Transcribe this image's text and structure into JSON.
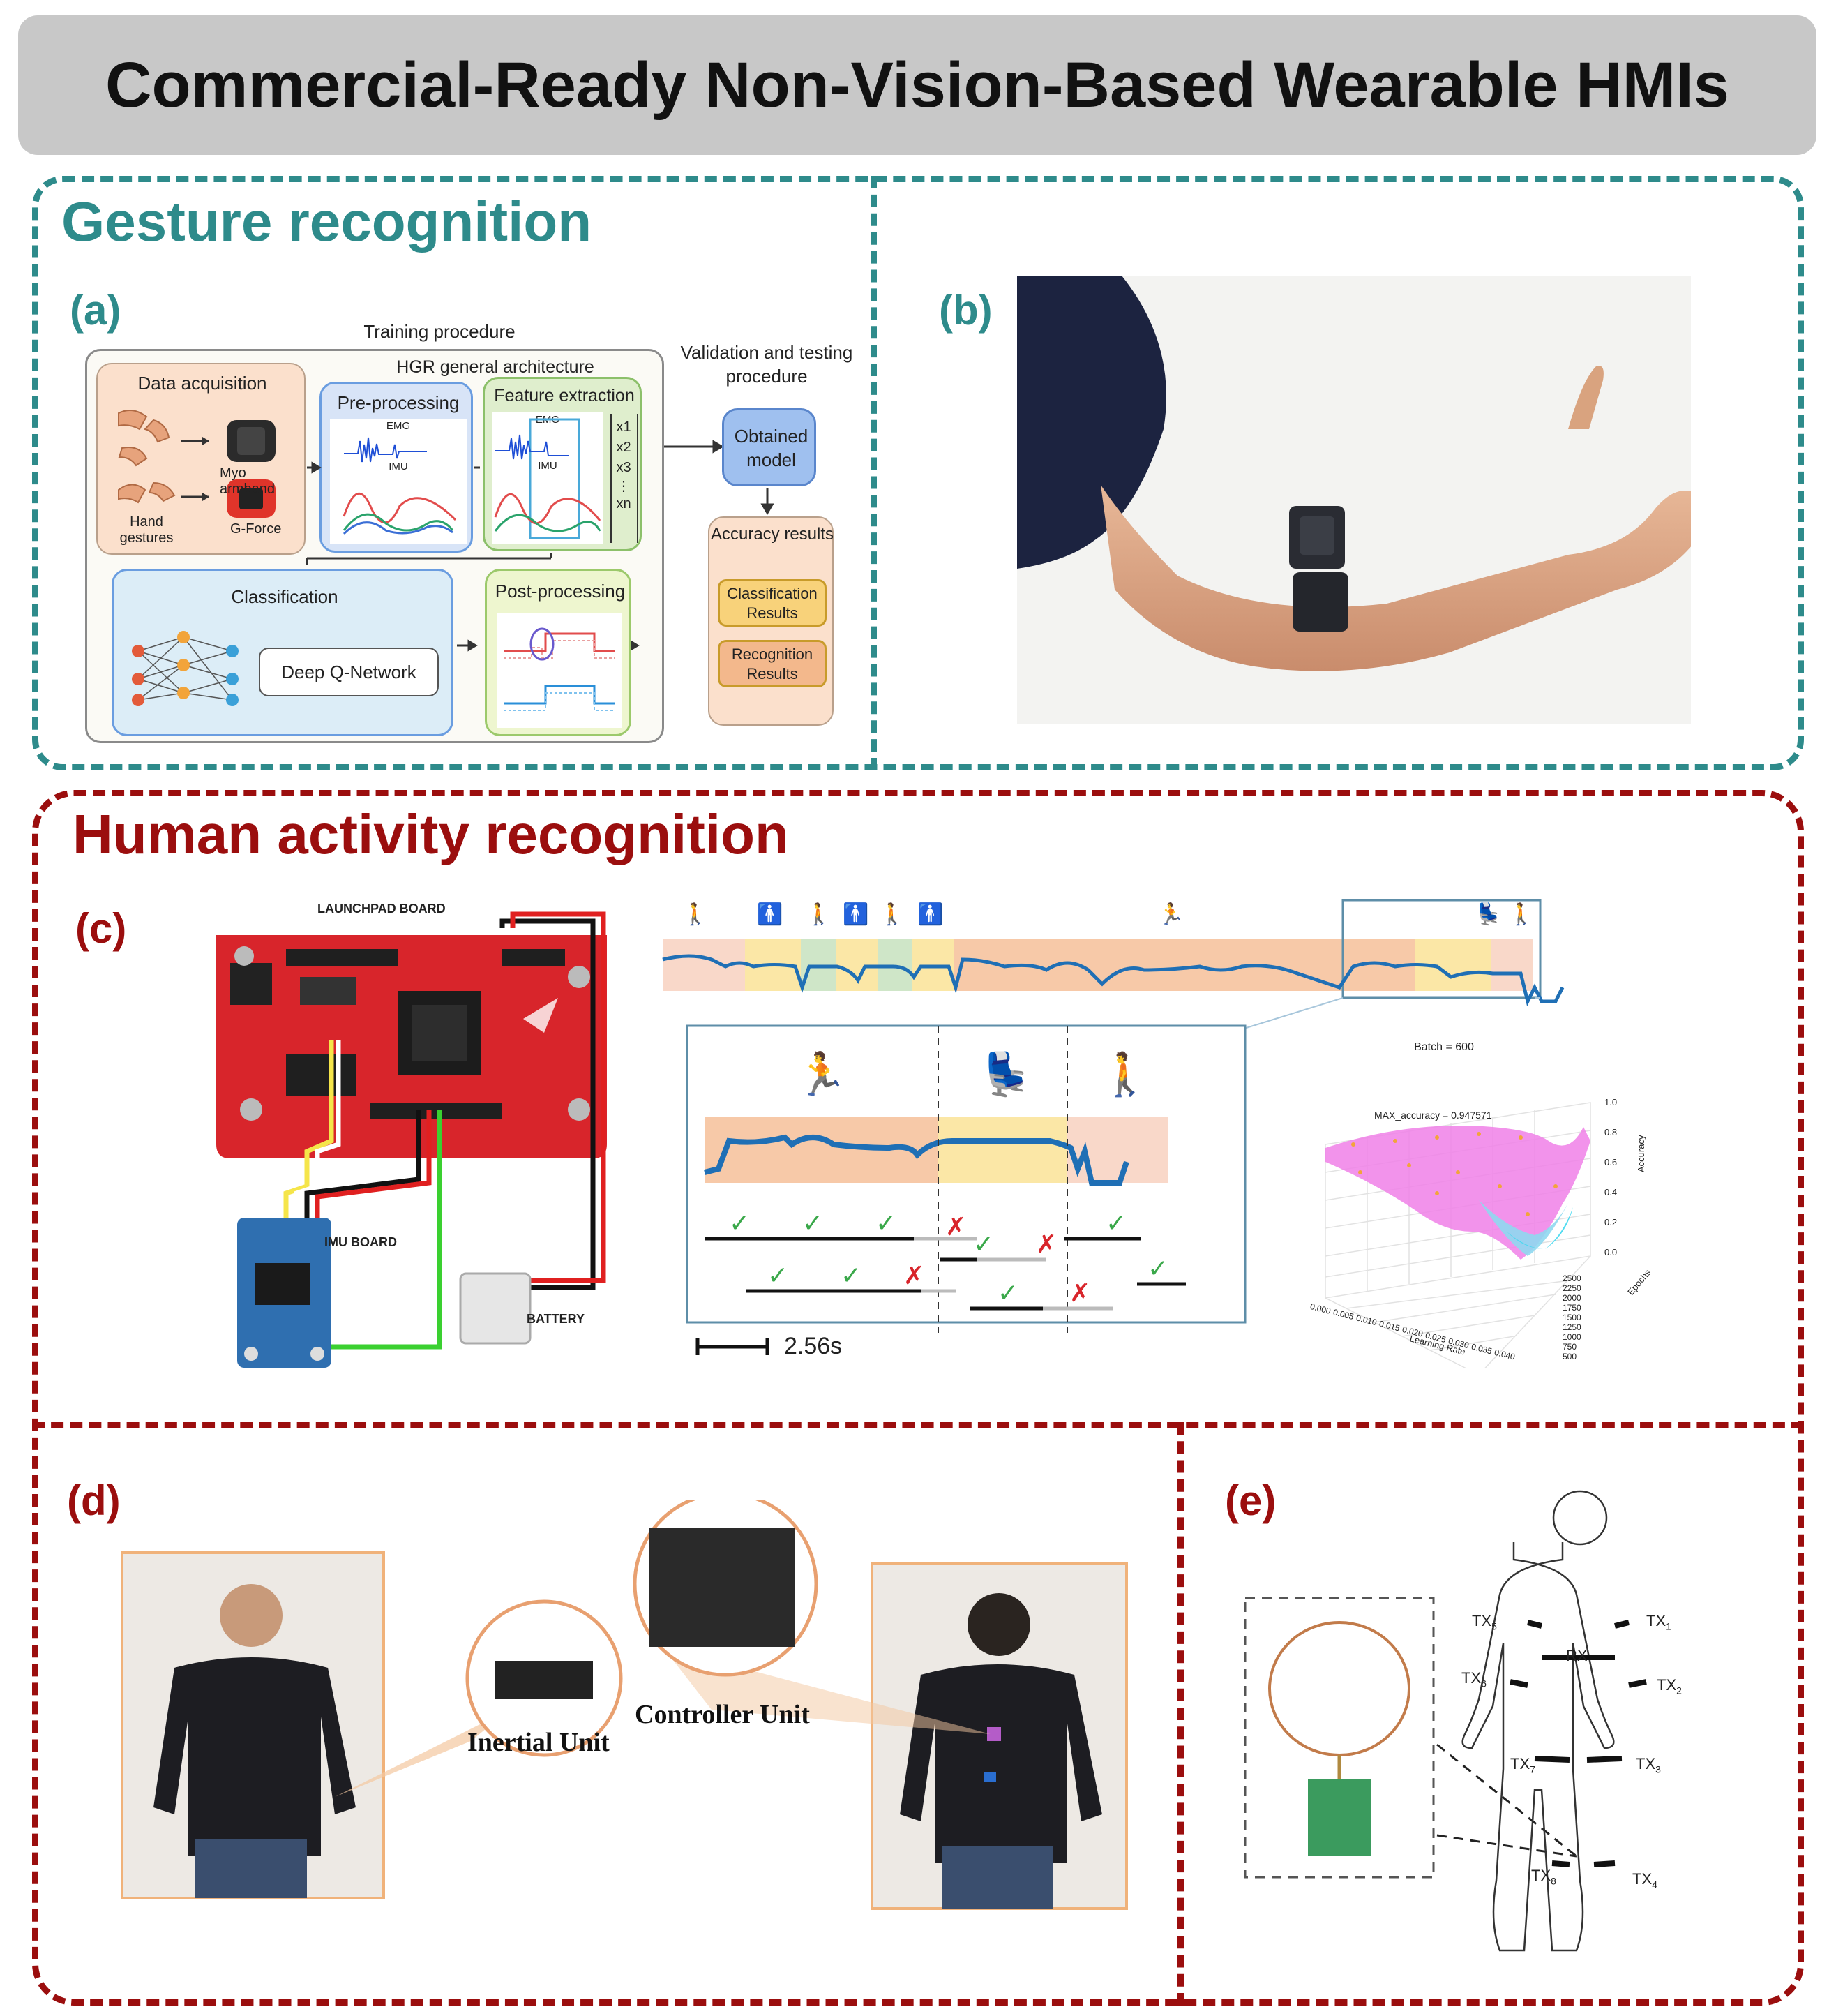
{
  "banner_title": "Commercial-Ready Non-Vision-Based Wearable HMIs",
  "gesture": {
    "title": "Gesture recognition",
    "panel_a_label": "(a)",
    "panel_b_label": "(b)",
    "training_procedure": "Training procedure",
    "hgr_arch": "HGR general architecture",
    "data_acquisition": "Data acquisition",
    "myo_armband": "Myo armband",
    "hand_gestures": "Hand gestures",
    "g_force": "G-Force",
    "pre_processing": "Pre-processing",
    "feature_extraction": "Feature extraction",
    "emg": "EMG",
    "imu": "IMU",
    "features": [
      "x1",
      "x2",
      "x3",
      "⋮",
      "xn"
    ],
    "validation": "Validation and testing procedure",
    "obtained_model": "Obtained model",
    "accuracy_results": "Accuracy results",
    "classification_results": "Classification Results",
    "recognition_results": "Recognition Results",
    "classification": "Classification",
    "deep_q": "Deep Q-Network",
    "post_processing": "Post-processing"
  },
  "har": {
    "title": "Human activity recognition",
    "panel_c_label": "(c)",
    "panel_d_label": "(d)",
    "panel_e_label": "(e)",
    "launchpad": "LAUNCHPAD BOARD",
    "imu_board": "IMU BOARD",
    "battery": "BATTERY",
    "scale": "2.56s",
    "plot3d_title": "Batch = 600",
    "plot3d_max": "MAX_accuracy = 0.947571",
    "plot3d_xlabel": "Learning Rate",
    "plot3d_ylabel": "Epochs",
    "plot3d_zlabel": "Accuracy",
    "plot3d_xticks": [
      "0.000",
      "0.005",
      "0.010",
      "0.015",
      "0.020",
      "0.025",
      "0.030",
      "0.035",
      "0.040"
    ],
    "plot3d_yticks": [
      "500",
      "750",
      "1000",
      "1250",
      "1500",
      "1750",
      "2000",
      "2250",
      "2500"
    ],
    "plot3d_zticks": [
      "0.0",
      "0.2",
      "0.4",
      "0.6",
      "0.8",
      "1.0"
    ],
    "inertial_unit": "Inertial Unit",
    "controller_unit": "Controller Unit",
    "rx": "RX",
    "tx": [
      {
        "base": "TX",
        "sub": "5"
      },
      {
        "base": "TX",
        "sub": "1"
      },
      {
        "base": "TX",
        "sub": "6"
      },
      {
        "base": "TX",
        "sub": "2"
      },
      {
        "base": "TX",
        "sub": "7"
      },
      {
        "base": "TX",
        "sub": "3"
      },
      {
        "base": "TX",
        "sub": "8"
      },
      {
        "base": "TX",
        "sub": "4"
      }
    ]
  },
  "colors": {
    "teal": "#2e8b8b",
    "dark_red": "#9b0e0e",
    "signal_blue": "#1f6fb5",
    "orange_band": "#f7c9a8",
    "yellow_band": "#fbe7a6",
    "green_band": "#cfe6c8",
    "board_red": "#d8252b"
  }
}
